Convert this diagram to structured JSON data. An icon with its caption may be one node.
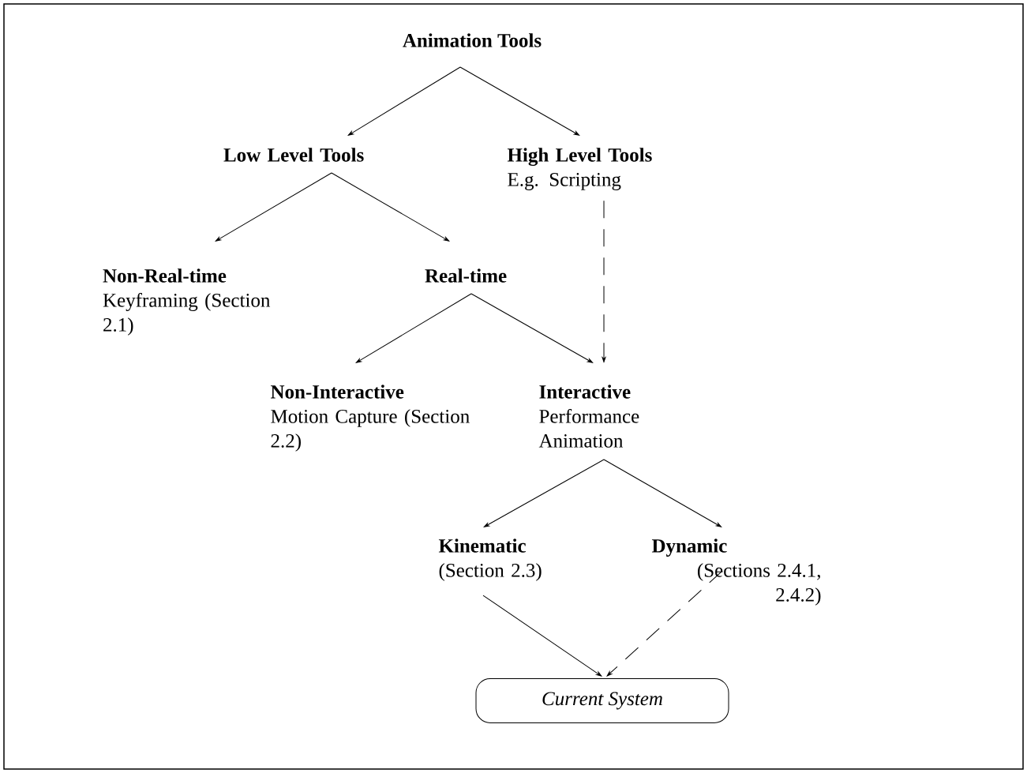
{
  "diagram": {
    "nodes": [
      {
        "text": [
          "Animation Tools"
        ]
      },
      {
        "text": [
          "Low Level Tools"
        ]
      },
      {
        "text": [
          "High Level Tools",
          "E.g. Scripting"
        ]
      },
      {
        "text": [
          "Non-Real-time",
          "Keyframing (Section 2.1)"
        ]
      },
      {
        "text": [
          "Real-time"
        ]
      },
      {
        "text": [
          "Non-Interactive",
          "Motion Capture (Section 2.2)"
        ]
      },
      {
        "text": [
          "Interactive",
          "Performance Animation"
        ]
      },
      {
        "text": [
          "Kinematic",
          "(Section 2.3)"
        ]
      },
      {
        "text": [
          "Dynamic",
          "(Sections 2.4.1, 2.4.2)"
        ]
      },
      {
        "text": [
          "Current System"
        ]
      }
    ],
    "edges": [
      {
        "from": 0,
        "to": 1,
        "arrow": "to"
      },
      {
        "from": 0,
        "to": 2,
        "arrow": "to"
      },
      {
        "from": 1,
        "to": 3,
        "arrow": "to"
      },
      {
        "from": 1,
        "to": 4,
        "arrow": "to"
      },
      {
        "from": 2,
        "to": 6,
        "arrow": "to",
        "style": "dashed"
      },
      {
        "from": 4,
        "to": 5,
        "arrow": "to"
      },
      {
        "from": 4,
        "to": 6,
        "arrow": "to"
      },
      {
        "from": 6,
        "to": 7,
        "arrow": "to"
      },
      {
        "from": 6,
        "to": 8,
        "arrow": "to"
      },
      {
        "from": 7,
        "to": 9,
        "arrow": "to"
      },
      {
        "from": 8,
        "to": 9,
        "arrow": "to",
        "style": "dashed"
      }
    ]
  }
}
